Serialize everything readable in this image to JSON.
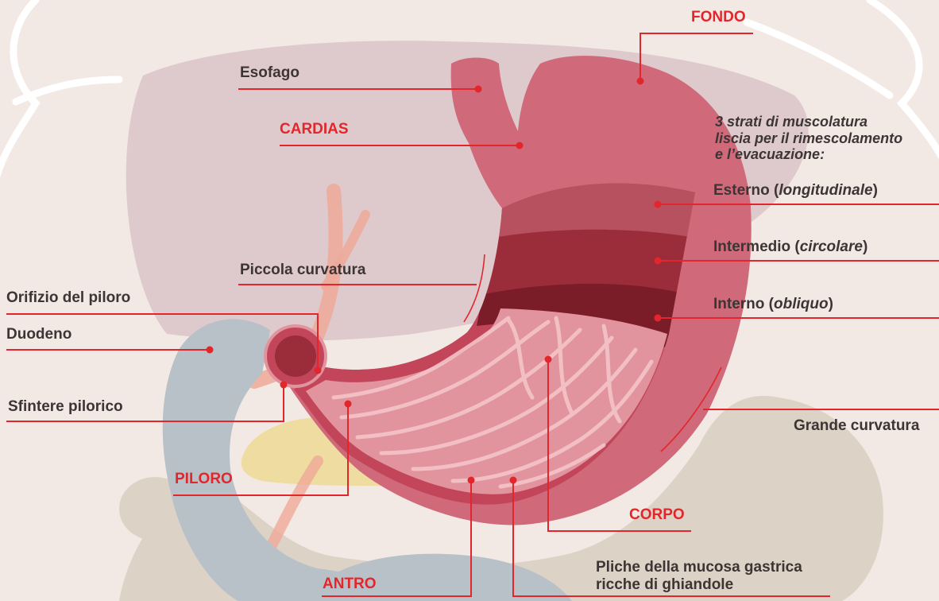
{
  "labels": {
    "fondo": "FONDO",
    "esofago": "Esofago",
    "cardias": "CARDIAS",
    "strati_line1": "3 strati di muscolatura",
    "strati_line2": "liscia per il rimescolamento",
    "strati_line3": "e l’evacuazione:",
    "esterno": "Esterno (",
    "esterno_em": "longitudinale",
    "esterno_close": ")",
    "intermedio": "Intermedio (",
    "intermedio_em": "circolare",
    "intermedio_close": ")",
    "interno": "Interno (",
    "interno_em": "obliquo",
    "interno_close": ")",
    "piccola_curvatura": "Piccola curvatura",
    "orifizio": "Orifizio del piloro",
    "duodeno": "Duodeno",
    "sfintere": "Sfintere pilorico",
    "piloro": "PILORO",
    "grande_curvatura": "Grande curvatura",
    "corpo": "CORPO",
    "pliche_line1": "Pliche della mucosa gastrica",
    "pliche_line2": "ricche di ghiandole",
    "antro": "ANTRO"
  },
  "colors": {
    "background": "#f2e9e4",
    "liver": "#dcc6c9",
    "stomach_outer": "#d0697a",
    "stomach_wall": "#c2455a",
    "mucosa": "#e2949e",
    "muscle": "#9a2d39",
    "duodenum": "#b7c1c7",
    "intestine": "#ddd2c6",
    "pancreas": "#efdca1",
    "leader_red": "#e3262b",
    "text_dark": "#3d3535"
  }
}
